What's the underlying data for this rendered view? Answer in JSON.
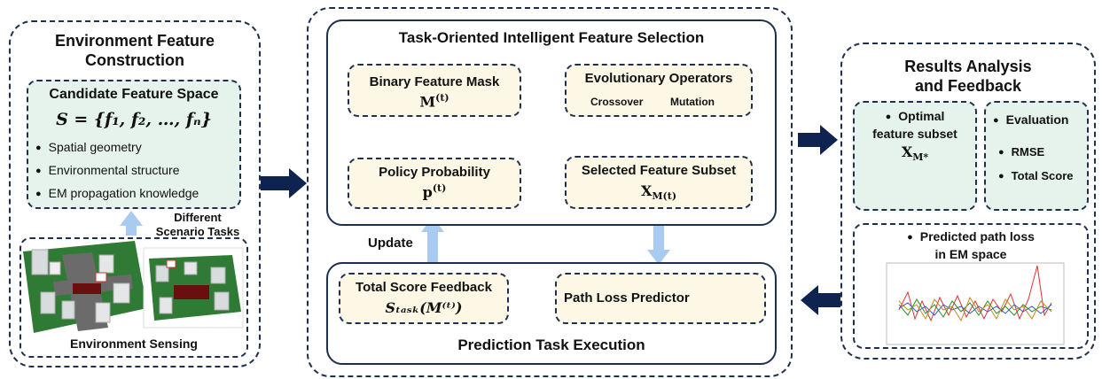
{
  "env": {
    "title_line1": "Environment Feature",
    "title_line2": "Construction",
    "candidate_title": "Candidate Feature Space",
    "formula": "S = {f₁, f₂, …, fₙ}",
    "bullets": [
      "Spatial geometry",
      "Environmental structure",
      "EM propagation knowledge"
    ],
    "different_line1": "Different",
    "different_line2": "Scenario Tasks",
    "sensing_label": "Environment Sensing"
  },
  "selection": {
    "title": "Task-Oriented Intelligent Feature Selection",
    "mask_title": "Binary Feature Mask",
    "mask_symbol": "M",
    "mask_sup": "(t)",
    "evo_title": "Evolutionary  Operators",
    "evo_left": "Crossover",
    "evo_right": "Mutation",
    "policy_title": "Policy Probability",
    "policy_symbol": "p",
    "policy_sup": "(t)",
    "subset_title": "Selected Feature Subset",
    "subset_symbol": "X",
    "subset_sub": "M(t)"
  },
  "update_label": "Update",
  "prediction": {
    "title": "Prediction Task Execution",
    "feedback_title": "Total Score Feedback",
    "feedback_formula": "Sₜₐₛₖ(M⁽ᵗ⁾)",
    "predictor_label": "Path Loss Predictor"
  },
  "results": {
    "title_line1": "Results Analysis",
    "title_line2": "and Feedback",
    "optimal_line1": "Optimal",
    "optimal_line2": "feature subset",
    "optimal_symbol": "X",
    "optimal_sub": "M*",
    "evaluation_title": "Evaluation",
    "metrics": [
      "RMSE",
      "Total Score"
    ],
    "predicted_line1": "Predicted path loss",
    "predicted_line2": "in EM space"
  },
  "colors": {
    "dark_arrow": "#0f2350",
    "light_arrow": "#a9cbef",
    "panel_border": "#1f2f4f",
    "green_fill": "#e6f3ec",
    "cream_fill": "#fdf8e6"
  }
}
